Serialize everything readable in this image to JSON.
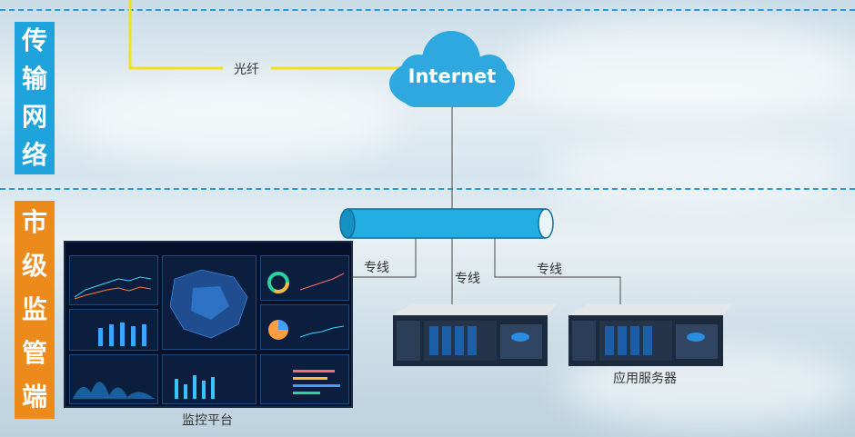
{
  "side_labels": {
    "transport": [
      "传",
      "输",
      "网",
      "络"
    ],
    "municipal": [
      "市",
      "级",
      "监",
      "管",
      "端"
    ]
  },
  "links": {
    "fiber": "光纤",
    "line_left": "专线",
    "line_center": "专线",
    "line_right": "专线"
  },
  "cloud": {
    "label": "Internet"
  },
  "nodes": {
    "monitor_platform": "监控平台",
    "app_server": "应用服务器"
  },
  "colors": {
    "transport_band": "#1fa3dc",
    "municipal_band": "#ec8a1c",
    "fiber_line": "#f3e21a",
    "cloud": "#2ea8df",
    "switch_bar": "#22aee3",
    "dashed_divider": "#2a9ad6"
  }
}
